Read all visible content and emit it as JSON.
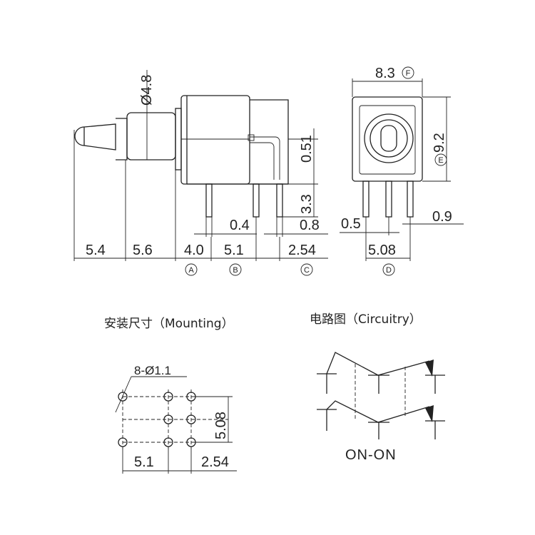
{
  "side_view": {
    "dims": {
      "shaft_dia": "Ø4.8",
      "pin_offset": "0.51",
      "pin_len": "3.3",
      "pin_w_left": "0.4",
      "pin_w_right": "0.8",
      "d54": "5.4",
      "d56": "5.6",
      "d40": "4.0",
      "d51": "5.1",
      "d254": "2.54"
    },
    "refs": [
      "A",
      "B",
      "C"
    ]
  },
  "front_view": {
    "dims": {
      "width": "8.3",
      "height": "9.2",
      "pin_left": "0.5",
      "pin_right": "0.9",
      "pitch": "5.08"
    },
    "refs": {
      "width": "F",
      "height": "E",
      "pitch": "D"
    }
  },
  "mounting": {
    "title": "安装尺寸（Mounting）",
    "holes": "8-Ø1.1",
    "vertical": "5.08",
    "left": "5.1",
    "right": "2.54"
  },
  "circuit": {
    "title": "电路图（Circuitry）",
    "label": "ON-ON"
  }
}
